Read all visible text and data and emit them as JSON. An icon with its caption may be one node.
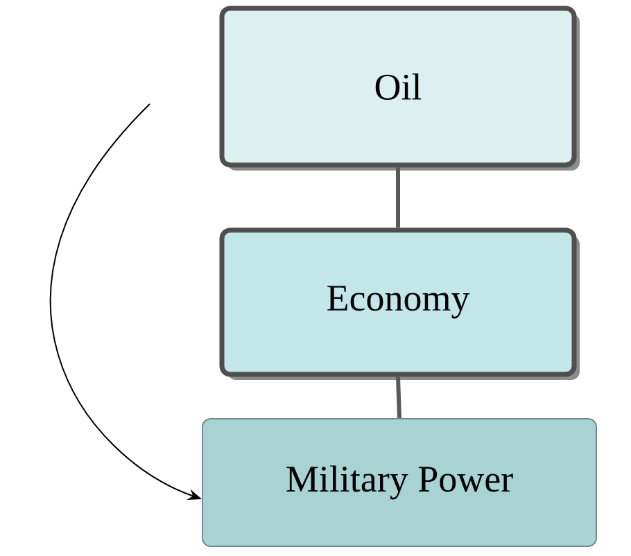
{
  "diagram": {
    "nodes": [
      {
        "text": [
          "Oil"
        ]
      },
      {
        "text": [
          "Economy"
        ]
      },
      {
        "text": [
          "Military Power"
        ]
      }
    ],
    "edges": [
      {
        "from": 0,
        "to": 1,
        "arrow": "none"
      },
      {
        "from": 1,
        "to": 2,
        "arrow": "none"
      },
      {
        "from": null,
        "to": 2,
        "arrow": "to"
      }
    ]
  }
}
